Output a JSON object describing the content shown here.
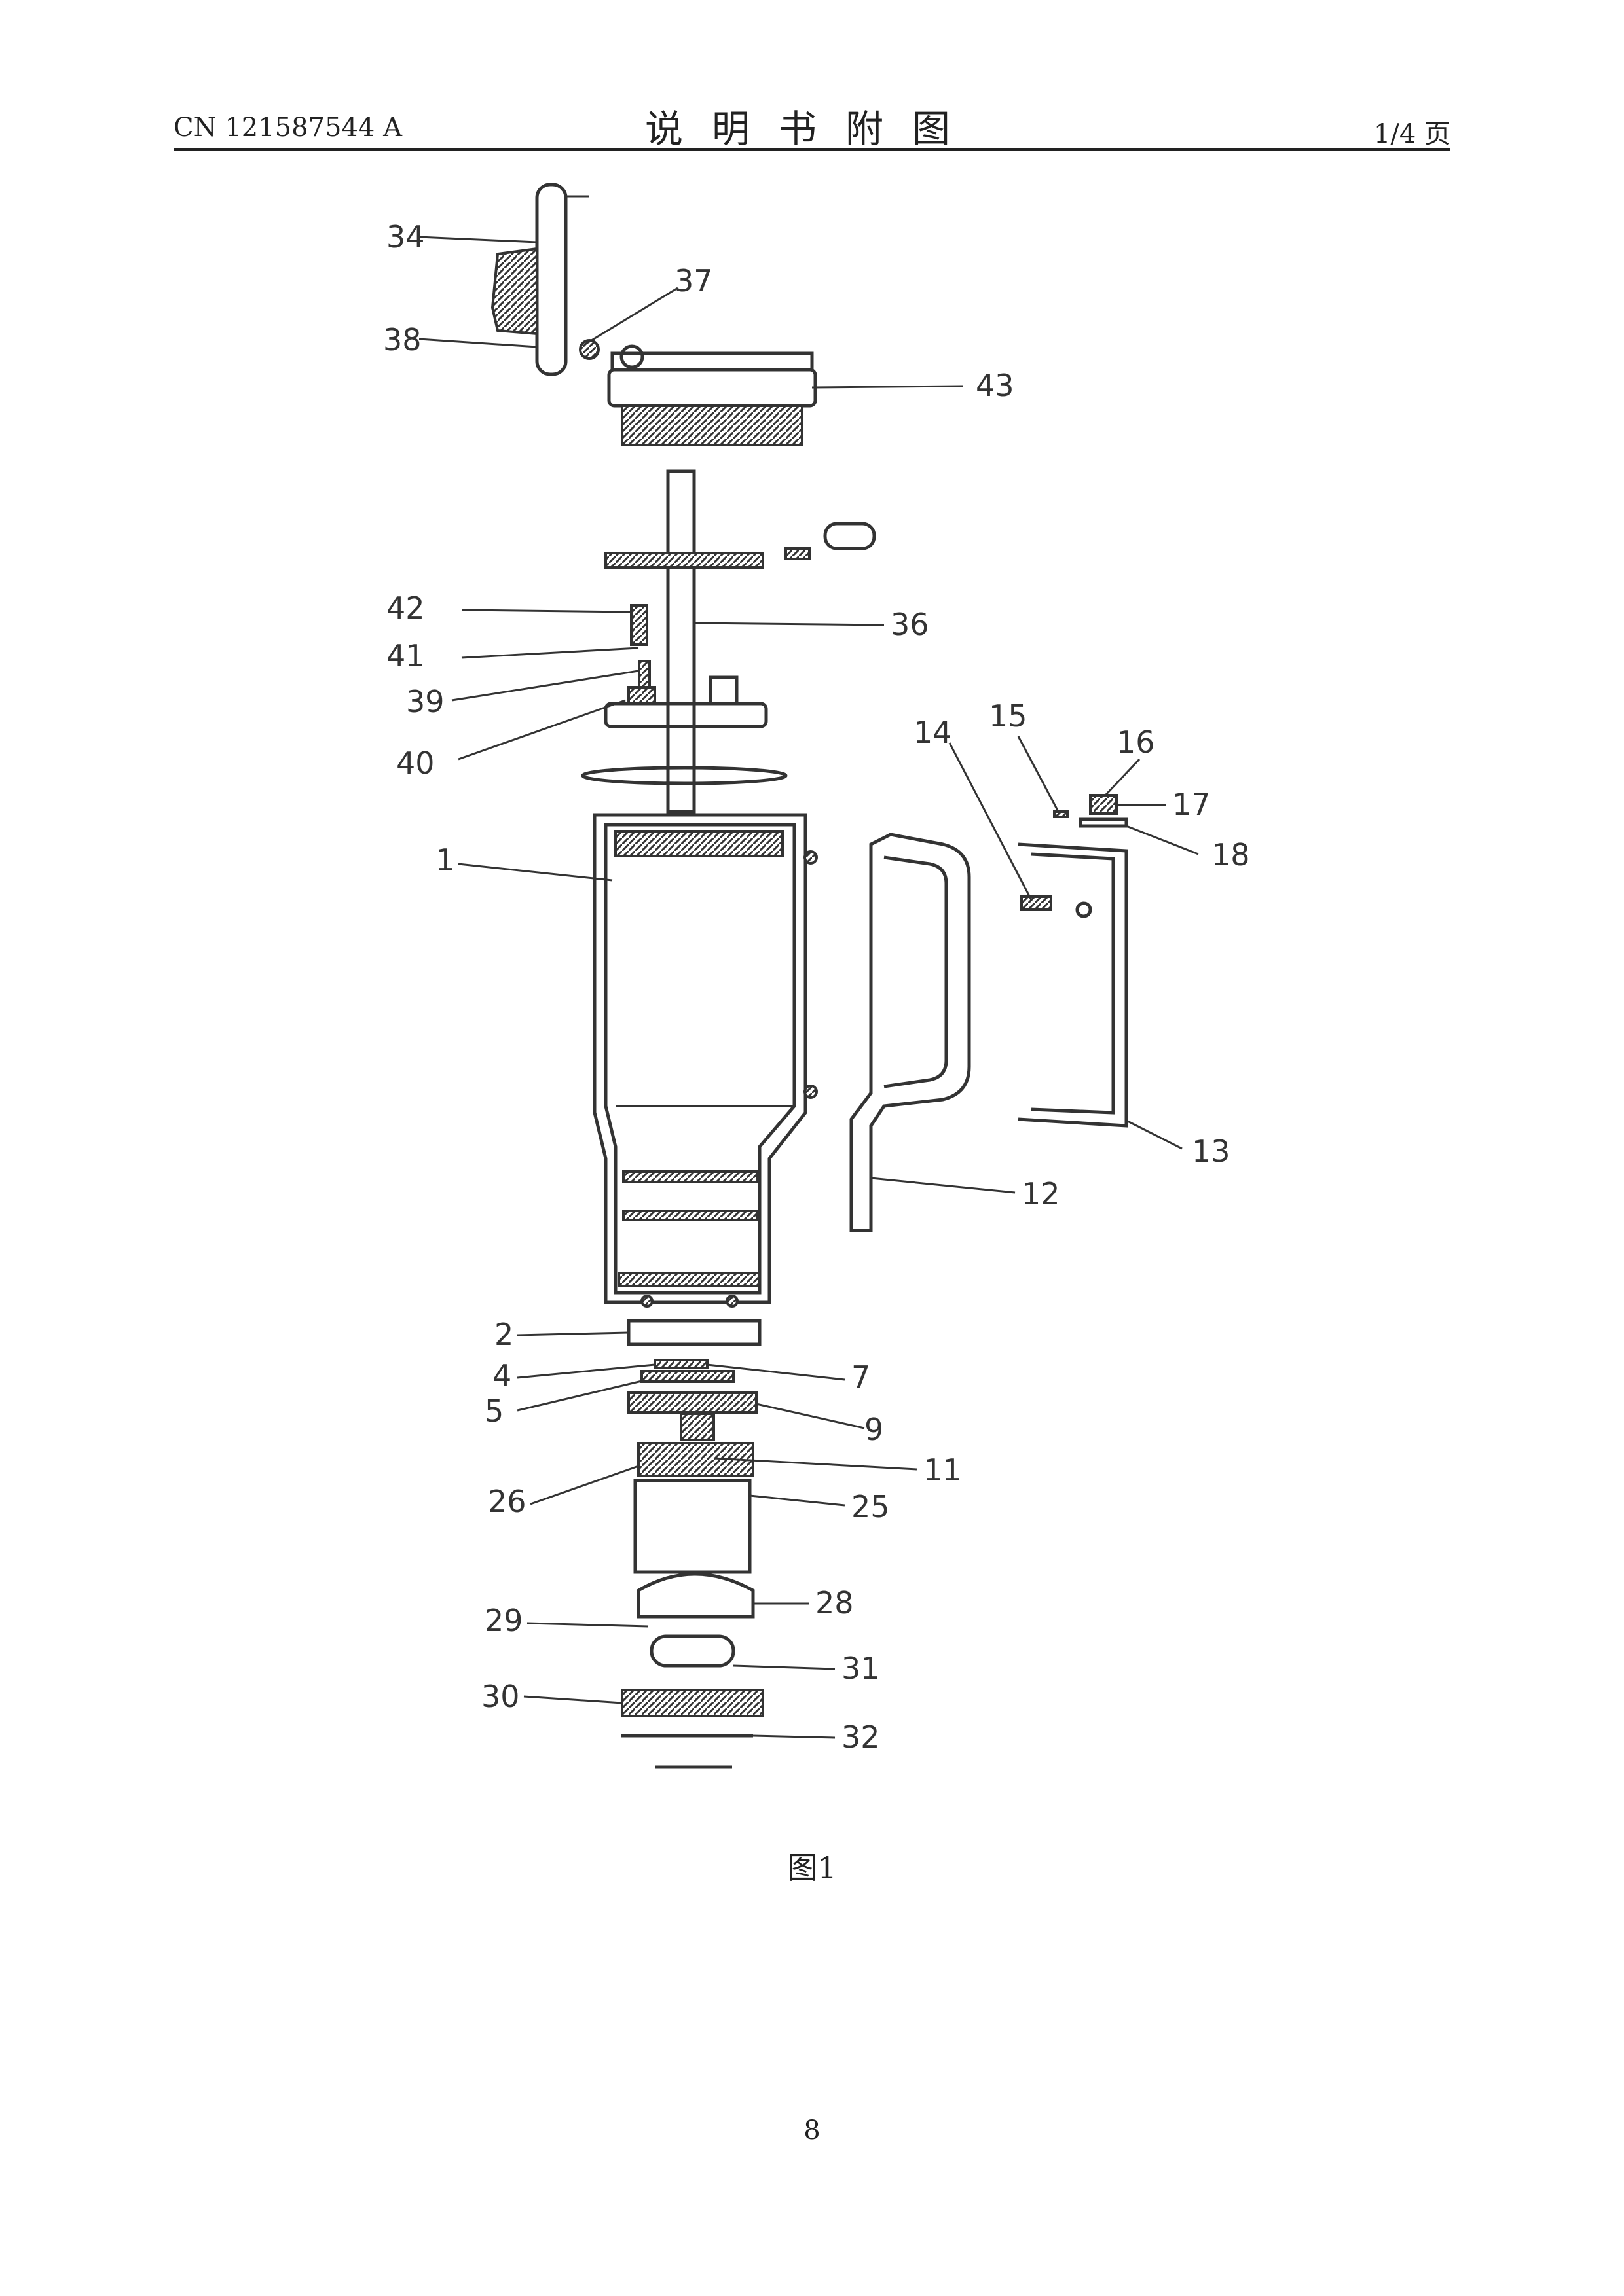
{
  "header": {
    "publication_number": "CN 121587544 A",
    "title": "说明书附图",
    "page_of": "1/4 页"
  },
  "figure": {
    "caption": "图1",
    "labels": [
      "34",
      "37",
      "38",
      "43",
      "42",
      "36",
      "41",
      "39",
      "40",
      "14",
      "15",
      "16",
      "17",
      "18",
      "1",
      "13",
      "12",
      "2",
      "4",
      "7",
      "5",
      "9",
      "11",
      "26",
      "25",
      "28",
      "29",
      "31",
      "30",
      "32"
    ]
  },
  "page_number": "8"
}
